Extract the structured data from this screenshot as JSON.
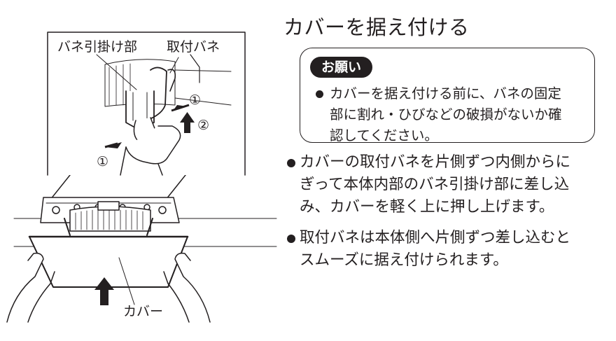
{
  "figure": {
    "label_spring_hook": "バネ引掛け部",
    "label_mount_spring": "取付バネ",
    "step_1": "①",
    "step_2": "②",
    "label_cover": "カバー"
  },
  "heading": "カバーを据え付ける",
  "notice": {
    "badge": "お願い",
    "lines": [
      "カバーを据え付ける前に、バネの固定",
      "部に割れ・ひびなどの破損がないか確",
      "認してください。"
    ]
  },
  "instructions": [
    {
      "lines": [
        "カバーの取付バネを片側ずつ内側からに",
        "ぎって本体内部のバネ引掛け部に差し込",
        "み、カバーを軽く上に押し上げます。"
      ]
    },
    {
      "lines": [
        "取付バネは本体側へ片側ずつ差し込むと",
        "スムーズに据え付けられます。"
      ]
    }
  ],
  "colors": {
    "ink": "#231f20",
    "paper": "#ffffff"
  }
}
